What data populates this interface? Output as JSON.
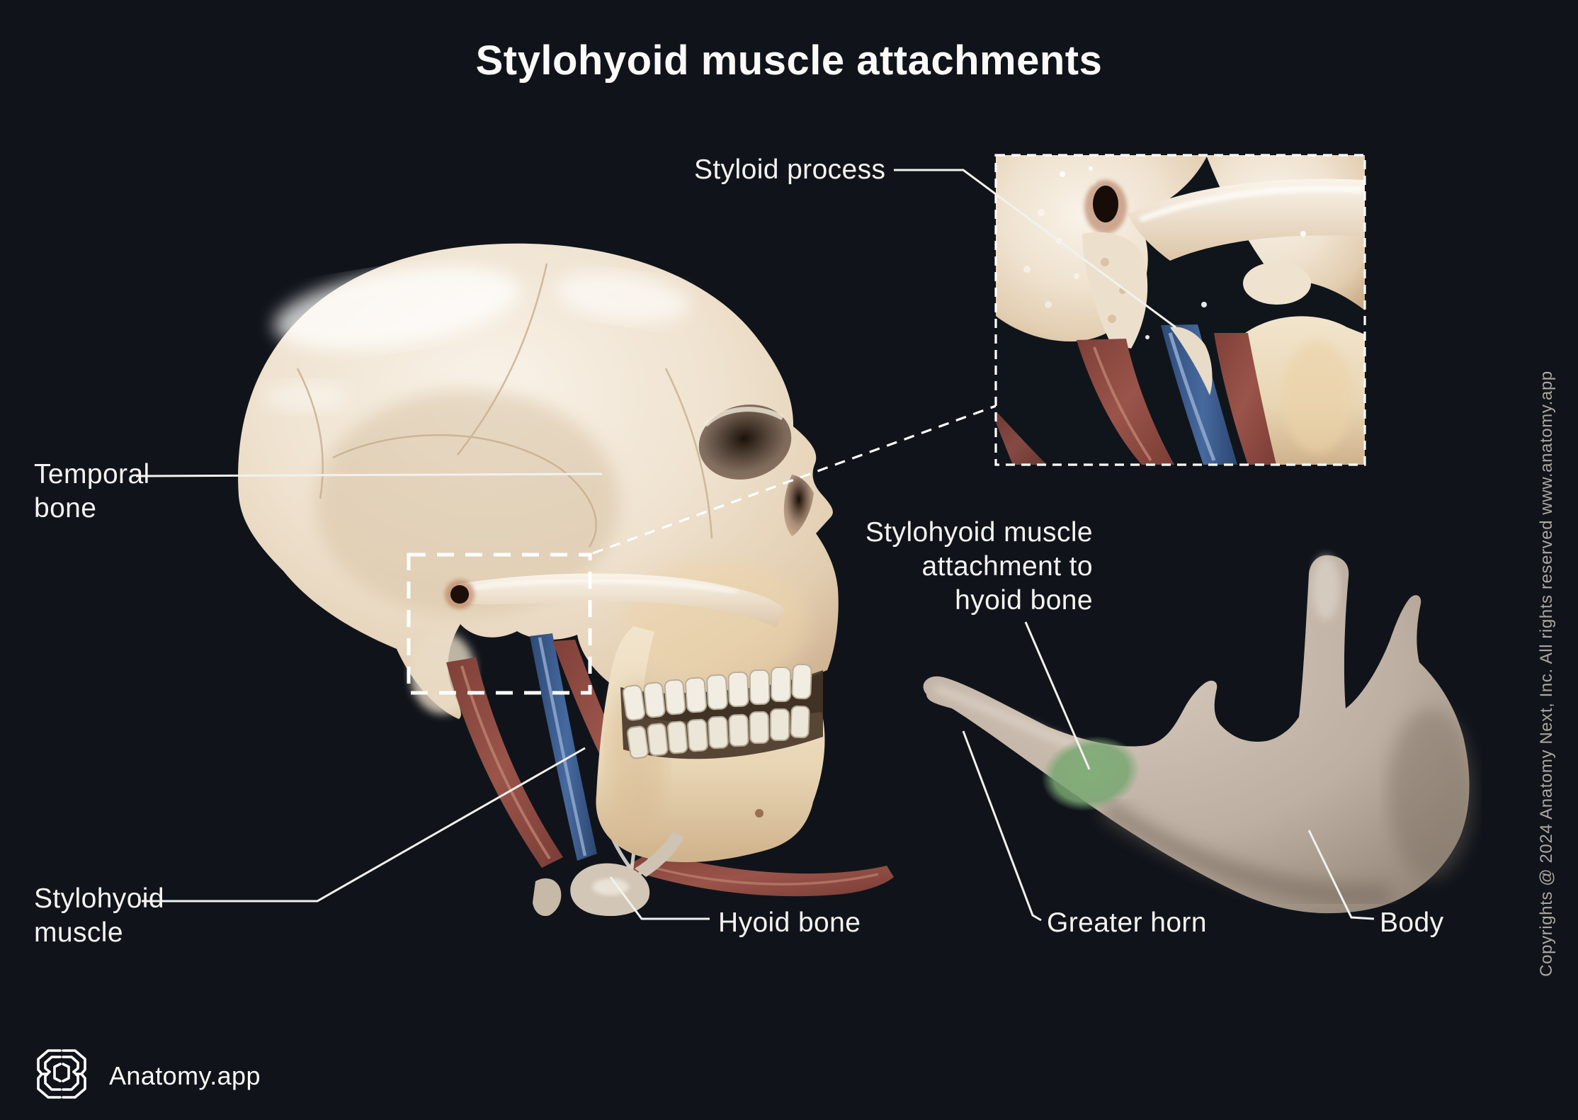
{
  "title": "Stylohyoid muscle attachments",
  "labels": {
    "styloid_process": "Styloid process",
    "temporal_bone": "Temporal\nbone",
    "stylohyoid_muscle": "Stylohyoid\nmuscle",
    "hyoid_bone": "Hyoid bone",
    "stylohyoid_attachment": "Stylohyoid muscle\nattachment to\nhyoid bone",
    "greater_horn": "Greater horn",
    "body": "Body"
  },
  "branding": {
    "logo_text": "Anatomy.app",
    "logo_icon": "brain-icon"
  },
  "watermark": "Copyrights @ 2024 Anatomy Next, Inc. All rights reserved www.anatomy.app",
  "colors": {
    "background": "#10141a",
    "label_text": "#f4f3f1",
    "leader_line": "#f2f1ee",
    "dashed_outline": "#ffffff",
    "bone_light": "#f6efe3",
    "bone_mid": "#e6d6bf",
    "bone_shadow": "#c9ad8d",
    "muscle_red": "#8f4b43",
    "stylohyoid_blue": "#3d5d90",
    "attachment_green": "#7ca874",
    "hyoid_render_beige": "#c1b3a5",
    "watermark_text": "#aba69f"
  },
  "figures": {
    "skull": "skull-lateral-view",
    "inset": "styloid-process-closeup",
    "hyoid": "hyoid-bone-render"
  }
}
